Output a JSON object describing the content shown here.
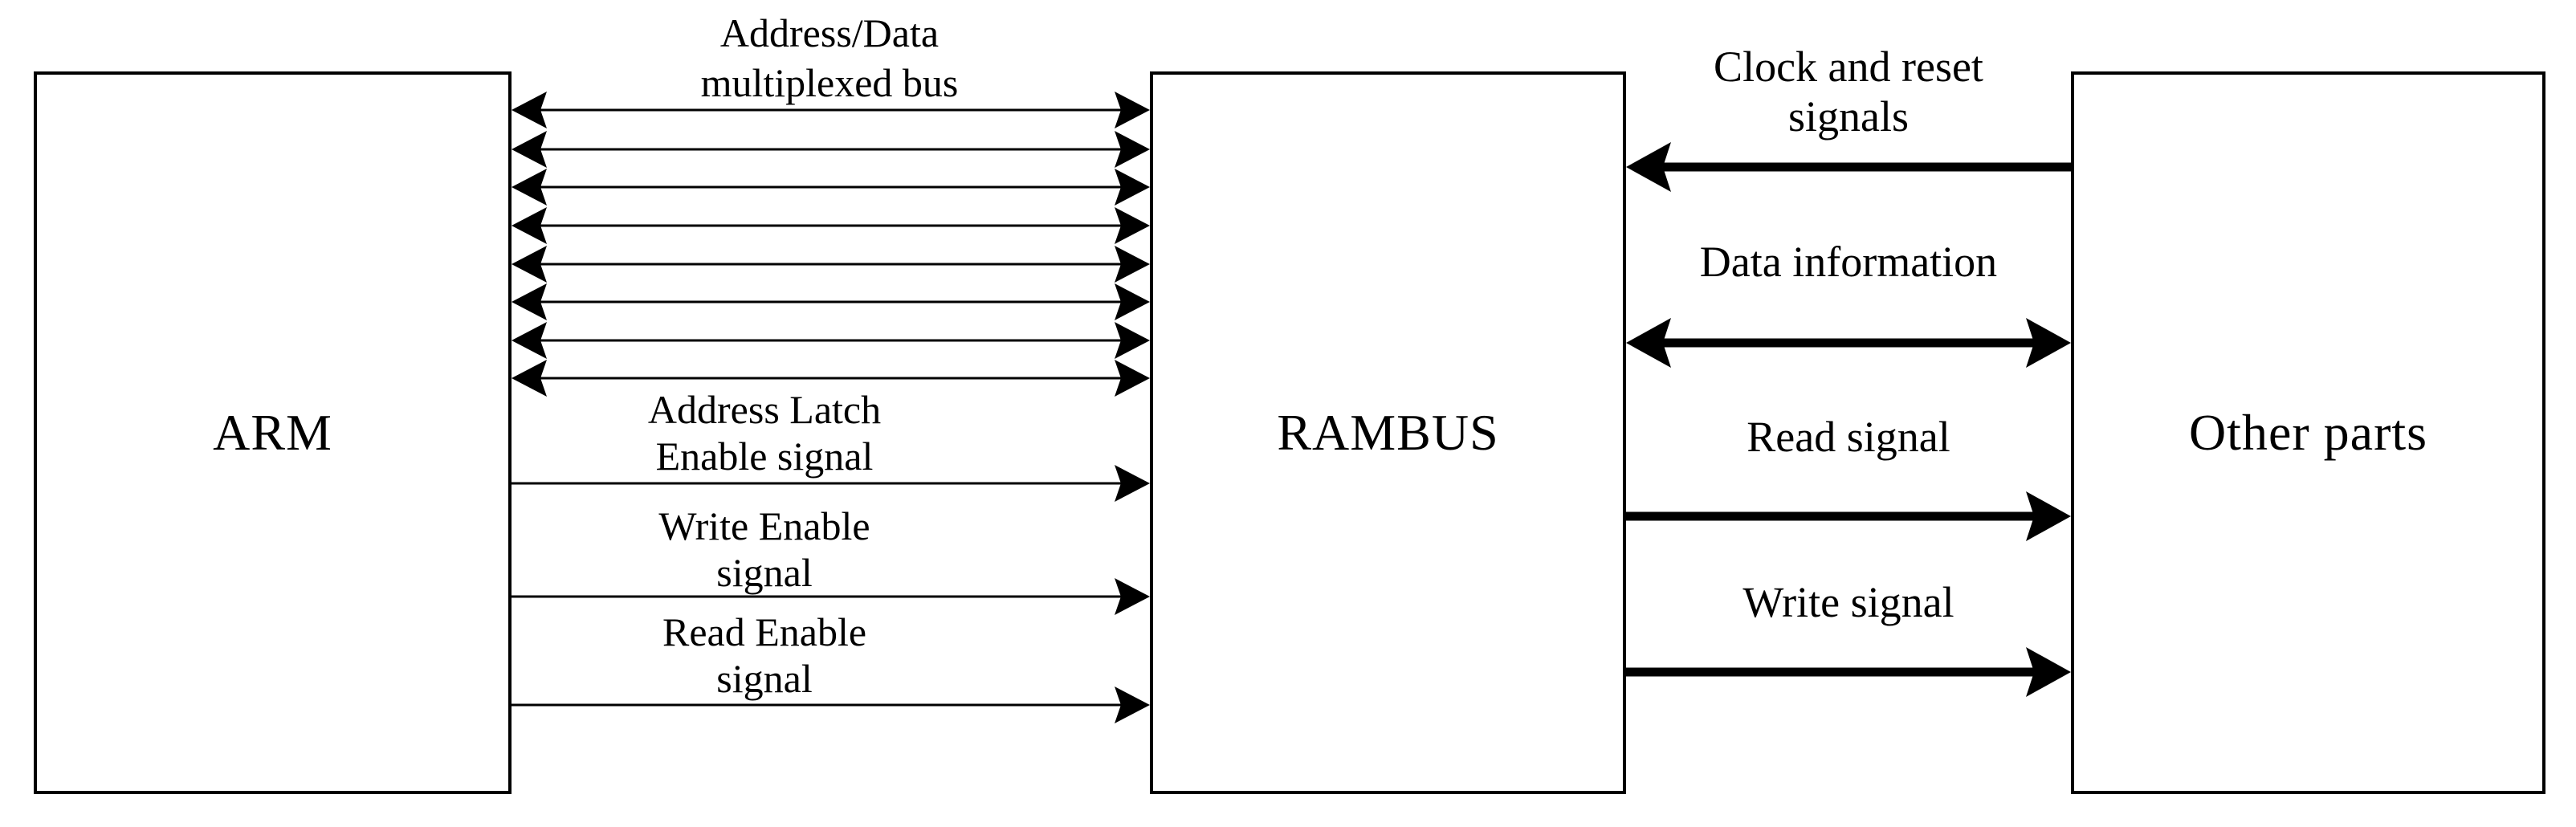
{
  "blocks": {
    "arm": {
      "label": "ARM"
    },
    "rambus": {
      "label": "RAMBUS"
    },
    "other_parts": {
      "label": "Other parts"
    }
  },
  "connections": {
    "address_data_bus": {
      "label": "Address/Data\nmultiplexed bus",
      "from": "ARM",
      "to": "RAMBUS",
      "direction": "bidirectional",
      "line_count": 8,
      "weight": "thin"
    },
    "address_latch": {
      "label": "Address Latch\nEnable signal",
      "from": "ARM",
      "to": "RAMBUS",
      "direction": "right",
      "weight": "thin"
    },
    "write_enable": {
      "label": "Write Enable\nsignal",
      "from": "ARM",
      "to": "RAMBUS",
      "direction": "right",
      "weight": "thin"
    },
    "read_enable": {
      "label": "Read Enable\nsignal",
      "from": "ARM",
      "to": "RAMBUS",
      "direction": "right",
      "weight": "thin"
    },
    "clock_reset": {
      "label": "Clock and reset\nsignals",
      "from": "Other parts",
      "to": "RAMBUS",
      "direction": "left",
      "weight": "thick"
    },
    "data_information": {
      "label": "Data information",
      "from": "RAMBUS",
      "to": "Other parts",
      "direction": "bidirectional",
      "weight": "thick"
    },
    "read_signal": {
      "label": "Read signal",
      "from": "RAMBUS",
      "to": "Other parts",
      "direction": "right",
      "weight": "thick"
    },
    "write_signal": {
      "label": "Write signal",
      "from": "RAMBUS",
      "to": "Other parts",
      "direction": "right",
      "weight": "thick"
    }
  },
  "colors": {
    "ink": "#000000",
    "background": "#ffffff"
  }
}
